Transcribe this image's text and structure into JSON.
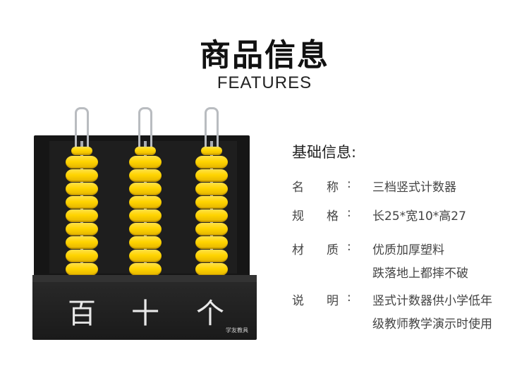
{
  "header": {
    "title": "商品信息",
    "subtitle": "FEATURES"
  },
  "product": {
    "place_labels": [
      "百",
      "十",
      "个"
    ],
    "brand_mark": "学友教具",
    "bead_color": "#ffd400",
    "frame_color": "#161616"
  },
  "specs": {
    "heading": "基础信息:",
    "rows": [
      {
        "label_a": "名",
        "label_b": "称",
        "colon": ":",
        "lines": [
          "三档竖式计数器"
        ]
      },
      {
        "label_a": "规",
        "label_b": "格",
        "colon": ":",
        "lines": [
          "长25*宽10*高27"
        ]
      },
      {
        "label_a": "材",
        "label_b": "质",
        "colon": ":",
        "lines": [
          "优质加厚塑料",
          "跌落地上都摔不破"
        ]
      },
      {
        "label_a": "说",
        "label_b": "明",
        "colon": ":",
        "lines": [
          "竖式计数器供小学低年",
          "级教师教学演示时使用"
        ]
      }
    ]
  }
}
